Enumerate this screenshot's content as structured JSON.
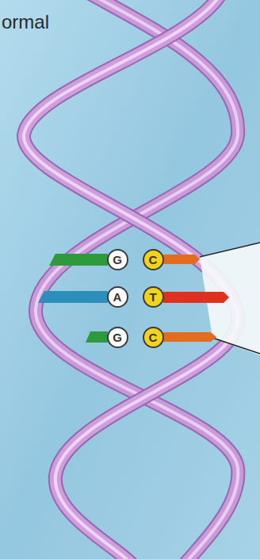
{
  "diagram": {
    "title": "ormal",
    "nodes": [
      {
        "text": [
          "G"
        ]
      },
      {
        "text": [
          "C"
        ]
      },
      {
        "text": [
          "A"
        ]
      },
      {
        "text": [
          "T"
        ]
      },
      {
        "text": [
          "G"
        ]
      },
      {
        "text": [
          "C"
        ]
      }
    ]
  }
}
